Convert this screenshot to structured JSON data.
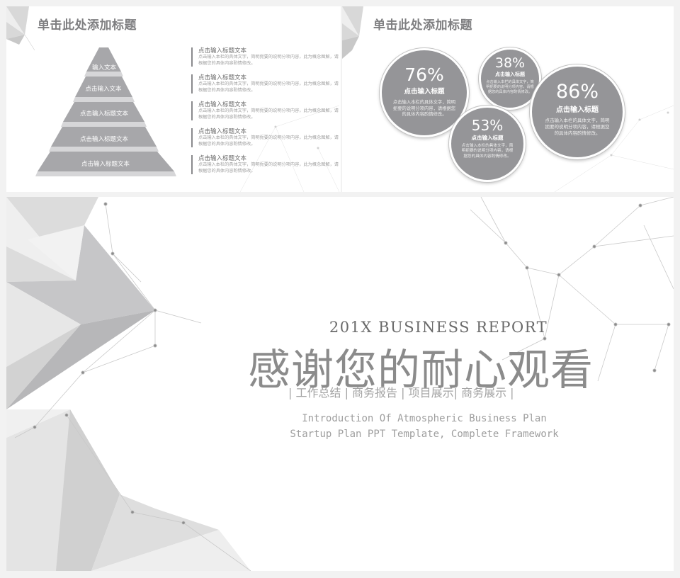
{
  "slide_pyramid": {
    "title": "单击此处添加标题",
    "tiers": [
      "输入文本",
      "点击输入文本",
      "点击输入标题文本",
      "点击输入标题文本",
      "点击输入标题文本"
    ],
    "items": [
      {
        "title": "点击输入标题文本",
        "desc": "点击输入本栏的具体文字，简明扼要的说明分项内容，此为概念图解，请根据您的具体内容酌情修改。"
      },
      {
        "title": "点击输入标题文本",
        "desc": "点击输入本栏的具体文字，简明扼要的说明分项内容，此为概念图解，请根据您的具体内容酌情修改。"
      },
      {
        "title": "点击输入标题文本",
        "desc": "点击输入本栏的具体文字，简明扼要的说明分项内容，此为概念图解，请根据您的具体内容酌情修改。"
      },
      {
        "title": "点击输入标题文本",
        "desc": "点击输入本栏的具体文字，简明扼要的说明分项内容，此为概念图解，请根据您的具体内容酌情修改。"
      },
      {
        "title": "点击输入标题文本",
        "desc": "点击输入本栏的具体文字，简明扼要的说明分项内容，此为概念图解，请根据您的具体内容酌情修改。"
      }
    ]
  },
  "slide_circles": {
    "title": "单击此处添加标题",
    "circles": [
      {
        "pct": "76%",
        "label": "点击输入标题",
        "desc": "点击输入本栏的具体文字，简明扼要的说明分项内容，请根据您的具体内容酌情修改。"
      },
      {
        "pct": "38%",
        "label": "点击输入标题",
        "desc": "点击输入本栏的具体文字，简明扼要的说明分项内容，请根据您的具体内容酌情修改。"
      },
      {
        "pct": "53%",
        "label": "点击输入标题",
        "desc": "点击输入本栏的具体文字，简明扼要的说明分项内容，请根据您的具体内容酌情修改。"
      },
      {
        "pct": "86%",
        "label": "点击输入标题",
        "desc": "点击输入本栏的具体文字，简明扼要的说明分项内容，请根据您的具体内容酌情修改。"
      }
    ]
  },
  "slide_thanks": {
    "report_title": "201X BUSINESS REPORT",
    "main_title": "感谢您的耐心观看",
    "tags": "| 工作总结 | 商务报告 | 项目展示| 商务展示 |",
    "intro_line1": "Introduction Of Atmospheric  Business Plan",
    "intro_line2": "Startup Plan PPT Template, Complete Framework"
  },
  "colors": {
    "accent_gray": "#959598",
    "title_gray": "#7e7e80",
    "text_gray": "#a0a0a0",
    "background": "#ffffff"
  }
}
